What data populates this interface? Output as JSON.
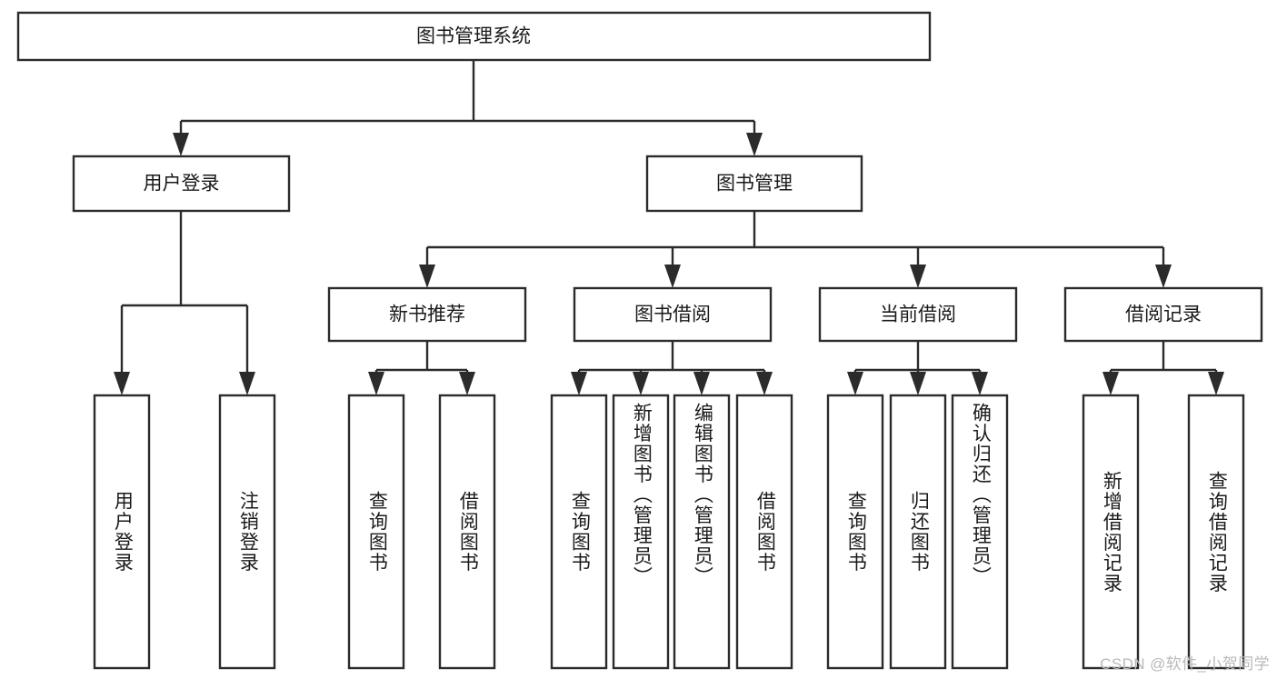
{
  "diagram": {
    "type": "tree-hierarchy-flowchart",
    "title": "图书管理系统",
    "watermark": "CSDN @软件_小贺同学",
    "colors": {
      "background": "#ffffff",
      "box_fill": "#ffffff",
      "box_stroke": "#2b2b2b",
      "text": "#1a1a1a",
      "watermark_text": "#b9b9b9"
    },
    "levels": {
      "root": "图书管理系统",
      "level2": [
        "用户登录",
        "图书管理"
      ],
      "level3": [
        "新书推荐",
        "图书借阅",
        "当前借阅",
        "借阅记录"
      ],
      "leaves": [
        "用户登录",
        "注销登录",
        "查询图书",
        "借阅图书",
        "查询图书",
        "新增图书（管理员）",
        "编辑图书（管理员）",
        "借阅图书",
        "查询图书",
        "归还图书",
        "确认归还（管理员）",
        "新增借阅记录",
        "查询借阅记录"
      ]
    },
    "nodes": {
      "root": {
        "label": "图书管理系统"
      },
      "user_login": {
        "label": "用户登录"
      },
      "book_manage": {
        "label": "图书管理"
      },
      "new_book_rec": {
        "label": "新书推荐"
      },
      "book_borrow": {
        "label": "图书借阅"
      },
      "current_borrow": {
        "label": "当前借阅"
      },
      "borrow_record": {
        "label": "借阅记录"
      },
      "leaf_user_login": {
        "label": "用户登录"
      },
      "leaf_logout": {
        "label": "注销登录"
      },
      "leaf_query_book_1": {
        "label": "查询图书"
      },
      "leaf_borrow_book_1": {
        "label": "借阅图书"
      },
      "leaf_query_book_2": {
        "label": "查询图书"
      },
      "leaf_add_book": {
        "label": "新增图书（管理员）"
      },
      "leaf_edit_book": {
        "label": "编辑图书（管理员）"
      },
      "leaf_borrow_book_2": {
        "label": "借阅图书"
      },
      "leaf_query_book_3": {
        "label": "查询图书"
      },
      "leaf_return_book": {
        "label": "归还图书"
      },
      "leaf_confirm_return": {
        "label": "确认归还（管理员）"
      },
      "leaf_add_record": {
        "label": "新增借阅记录"
      },
      "leaf_query_record": {
        "label": "查询借阅记录"
      }
    },
    "edges": [
      {
        "from": "root",
        "to": "user_login"
      },
      {
        "from": "root",
        "to": "book_manage"
      },
      {
        "from": "user_login",
        "to": "leaf_user_login"
      },
      {
        "from": "user_login",
        "to": "leaf_logout"
      },
      {
        "from": "book_manage",
        "to": "new_book_rec"
      },
      {
        "from": "book_manage",
        "to": "book_borrow"
      },
      {
        "from": "book_manage",
        "to": "current_borrow"
      },
      {
        "from": "book_manage",
        "to": "borrow_record"
      },
      {
        "from": "new_book_rec",
        "to": "leaf_query_book_1"
      },
      {
        "from": "new_book_rec",
        "to": "leaf_borrow_book_1"
      },
      {
        "from": "book_borrow",
        "to": "leaf_query_book_2"
      },
      {
        "from": "book_borrow",
        "to": "leaf_add_book"
      },
      {
        "from": "book_borrow",
        "to": "leaf_edit_book"
      },
      {
        "from": "book_borrow",
        "to": "leaf_borrow_book_2"
      },
      {
        "from": "current_borrow",
        "to": "leaf_query_book_3"
      },
      {
        "from": "current_borrow",
        "to": "leaf_return_book"
      },
      {
        "from": "current_borrow",
        "to": "leaf_confirm_return"
      },
      {
        "from": "borrow_record",
        "to": "leaf_add_record"
      },
      {
        "from": "borrow_record",
        "to": "leaf_query_record"
      }
    ]
  }
}
